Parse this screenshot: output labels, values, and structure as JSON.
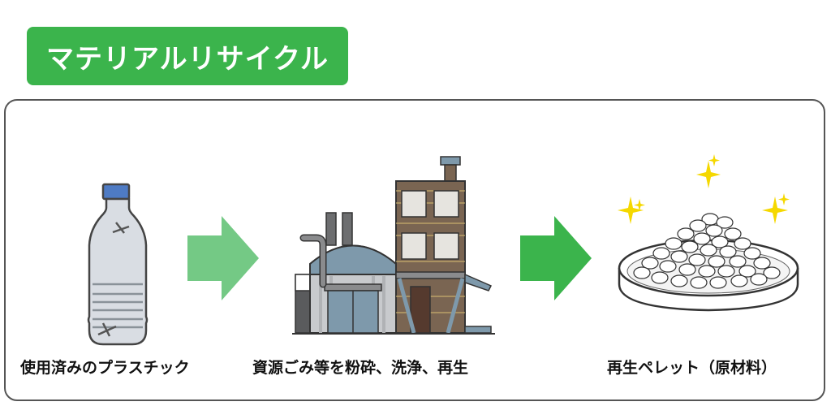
{
  "title": "マテリアルリサイクル",
  "colors": {
    "title_bg": "#3bb44c",
    "arrow_light": "#74c985",
    "arrow_dark": "#3bb44c",
    "sparkle": "#f5d800",
    "bottle_cap": "#4e7bc4"
  },
  "steps": [
    {
      "label": "使用済みのプラスチック",
      "icon": "plastic-bottle-icon"
    },
    {
      "label": "資源ごみ等を粉砕、洗浄、再生",
      "icon": "recycling-factory-icon"
    },
    {
      "label": "再生ペレット（原材料）",
      "icon": "recycled-pellets-icon"
    }
  ],
  "arrows": [
    {
      "icon": "arrow-right-icon",
      "color": "#74c985"
    },
    {
      "icon": "arrow-right-icon",
      "color": "#3bb44c"
    }
  ]
}
